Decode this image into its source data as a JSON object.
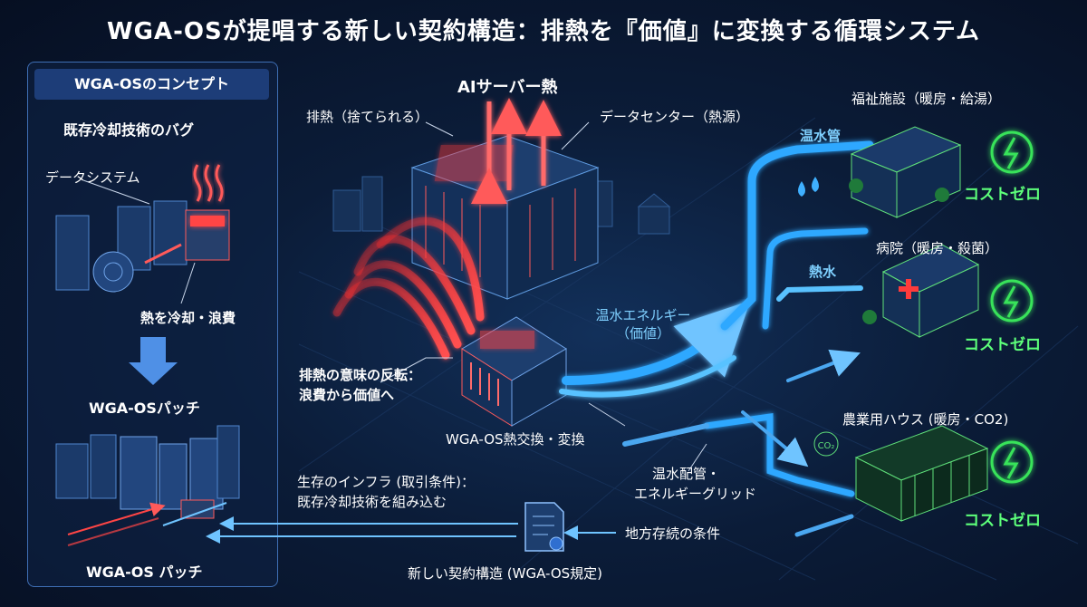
{
  "title": "WGA-OSが提唱する新しい契約構造：排熱を『価値』に変換する循環システム",
  "concept_panel": {
    "heading": "WGA-OSのコンセプト",
    "bug_label": "既存冷却技術のバグ",
    "data_system_label": "データシステム",
    "waste_label": "熱を冷却・浪費",
    "patch_label": "WGA-OSパッチ",
    "patch_label_bottom": "WGA-OS パッチ"
  },
  "center": {
    "ai_heat": "AIサーバー熱",
    "waste_heat": "排熱（捨てられる）",
    "datacenter": "データセンター（熱源）",
    "reversal_line1": "排熱の意味の反転：",
    "reversal_line2": "浪費から価値へ",
    "exchanger": "WGA-OS熱交換・変換",
    "hot_water_energy_line1": "温水エネルギー",
    "hot_water_energy_line2": "（価値）",
    "pipe_grid_line1": "温水配管・",
    "pipe_grid_line2": "エネルギーグリッド",
    "survival_line1": "生存のインフラ (取引条件)：",
    "survival_line2": "既存冷却技術を組み込む",
    "regional_condition": "地方存続の条件",
    "contract": "新しい契約構造 (WGA-OS規定)"
  },
  "pipes": {
    "warm_water": "温水管",
    "hot_water": "熱水"
  },
  "destinations": [
    {
      "label": "福祉施設（暖房・給湯）",
      "cost": "コストゼロ"
    },
    {
      "label": "病院（暖房・殺菌）",
      "cost": "コストゼロ"
    },
    {
      "label": "農業用ハウス (暖房・CO2)",
      "cost": "コストゼロ"
    }
  ],
  "colors": {
    "heat": "#ff3b3b",
    "water": "#2fa8ff",
    "value": "#38e35a",
    "panel_border": "#3f6fb5"
  }
}
